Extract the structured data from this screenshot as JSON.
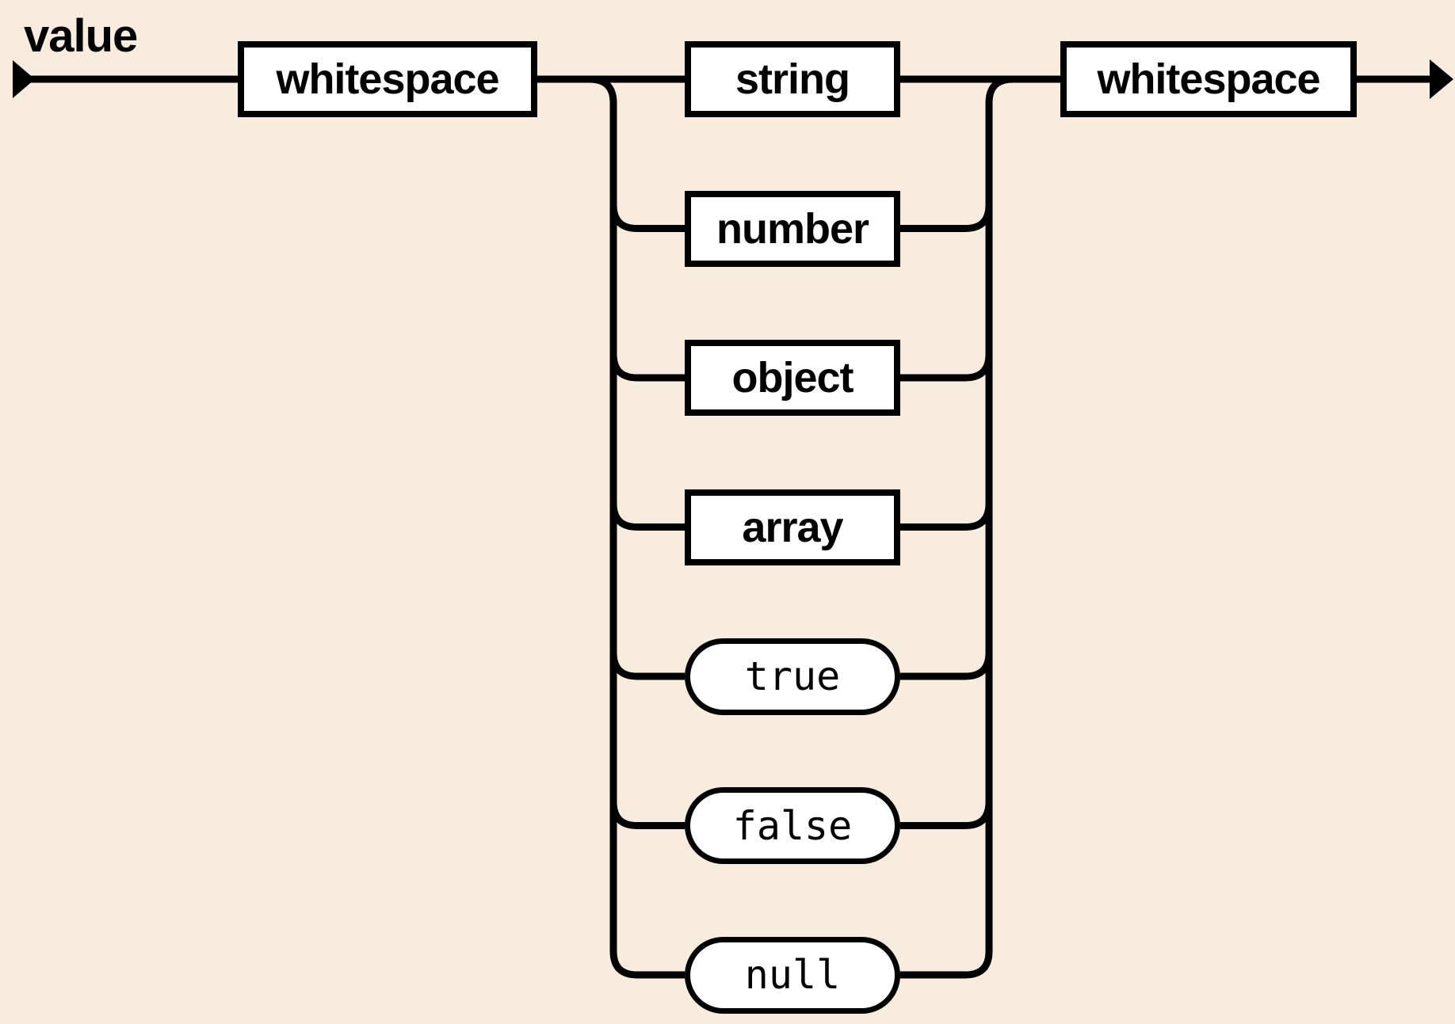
{
  "diagram": {
    "rule_name": "value",
    "kind": "railroad-syntax-diagram",
    "before": {
      "label": "whitespace",
      "node_type": "non-terminal"
    },
    "after": {
      "label": "whitespace",
      "node_type": "non-terminal"
    },
    "alternatives": [
      {
        "label": "string",
        "node_type": "non-terminal"
      },
      {
        "label": "number",
        "node_type": "non-terminal"
      },
      {
        "label": "object",
        "node_type": "non-terminal"
      },
      {
        "label": "array",
        "node_type": "non-terminal"
      },
      {
        "label": "true",
        "node_type": "terminal"
      },
      {
        "label": "false",
        "node_type": "terminal"
      },
      {
        "label": "null",
        "node_type": "terminal"
      }
    ],
    "colors": {
      "background": "#f8ecdf",
      "track": "#000000",
      "node_fill": "#ffffff",
      "node_border": "#000000",
      "text": "#000000"
    }
  }
}
